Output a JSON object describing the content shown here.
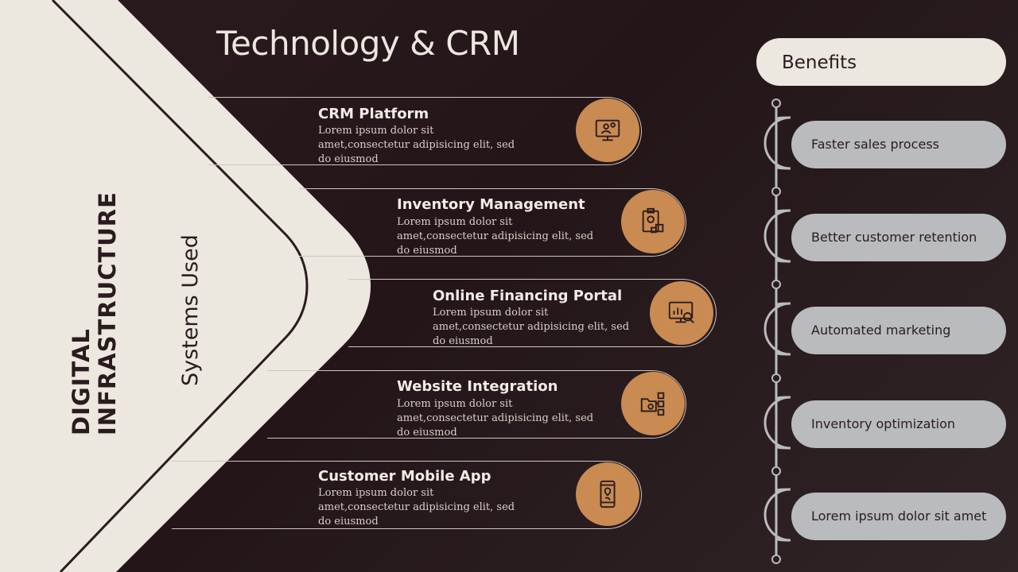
{
  "title": "Technology & CRM",
  "side": {
    "title_line1": "DIGITAL",
    "title_line2": "INFRASTRUCTURE",
    "subtitle": "Systems Used"
  },
  "systems": [
    {
      "title": "CRM Platform",
      "desc": "Lorem ipsum dolor sit amet,consectetur adipisicing elit, sed do eiusmod",
      "icon": "crm-monitor-icon"
    },
    {
      "title": "Inventory Management",
      "desc": "Lorem ipsum dolor sit amet,consectetur adipisicing elit, sed do eiusmod",
      "icon": "inventory-clipboard-icon"
    },
    {
      "title": "Online Financing Portal",
      "desc": "Lorem ipsum dolor sit amet,consectetur adipisicing elit, sed do eiusmod",
      "icon": "financing-chart-icon"
    },
    {
      "title": "Website Integration",
      "desc": "Lorem ipsum dolor sit amet,consectetur adipisicing elit, sed do eiusmod",
      "icon": "website-integration-icon"
    },
    {
      "title": "Customer Mobile App",
      "desc": "Lorem ipsum dolor sit amet,consectetur adipisicing elit, sed do eiusmod",
      "icon": "mobile-location-icon"
    }
  ],
  "benefits": {
    "header": "Benefits",
    "items": [
      "Faster sales process",
      "Better customer retention",
      "Automated marketing",
      "Inventory optimization",
      "Lorem ipsum dolor sit amet"
    ]
  },
  "colors": {
    "background": "#241618",
    "cream": "#ece7df",
    "accent": "#c98b52",
    "pill": "#b9bbbe",
    "dark": "#2a1c1e"
  }
}
